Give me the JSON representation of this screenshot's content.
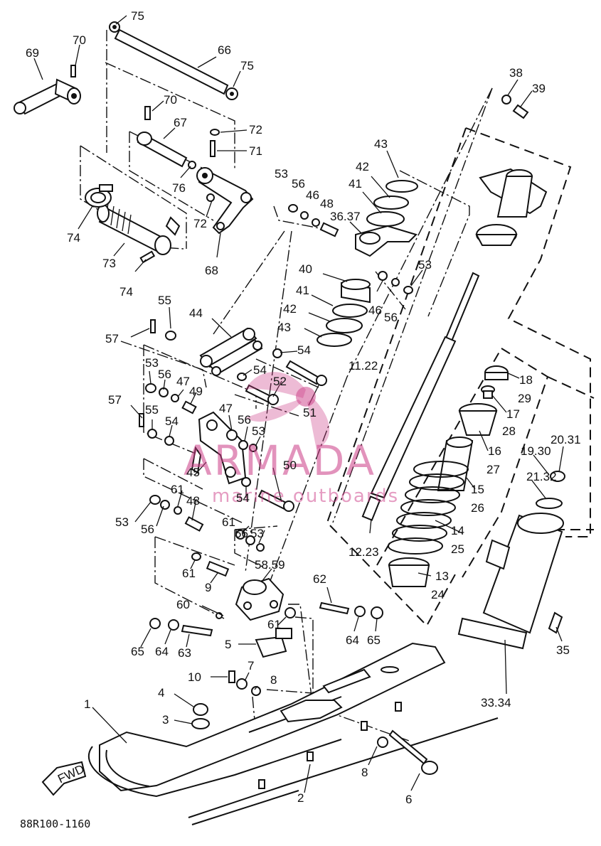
{
  "diagram": {
    "code": "88R100-1160",
    "watermark_brand": "ARMADA",
    "watermark_sub": "marine outboards",
    "fwd_label": "FWD",
    "part_labels": [
      {
        "text": "75"
      },
      {
        "text": "70"
      },
      {
        "text": "69"
      },
      {
        "text": "66"
      },
      {
        "text": "75"
      },
      {
        "text": "70"
      },
      {
        "text": "67"
      },
      {
        "text": "72"
      },
      {
        "text": "71"
      },
      {
        "text": "76"
      },
      {
        "text": "74"
      },
      {
        "text": "72"
      },
      {
        "text": "73"
      },
      {
        "text": "68"
      },
      {
        "text": "74"
      },
      {
        "text": "38"
      },
      {
        "text": "39"
      },
      {
        "text": "43"
      },
      {
        "text": "42"
      },
      {
        "text": "41"
      },
      {
        "text": "53"
      },
      {
        "text": "56"
      },
      {
        "text": "46"
      },
      {
        "text": "48"
      },
      {
        "text": "36.37"
      },
      {
        "text": "53"
      },
      {
        "text": "40"
      },
      {
        "text": "41"
      },
      {
        "text": "42"
      },
      {
        "text": "43"
      },
      {
        "text": "46"
      },
      {
        "text": "56"
      },
      {
        "text": "55"
      },
      {
        "text": "44"
      },
      {
        "text": "57"
      },
      {
        "text": "54"
      },
      {
        "text": "11.22"
      },
      {
        "text": "54"
      },
      {
        "text": "52"
      },
      {
        "text": "53"
      },
      {
        "text": "56"
      },
      {
        "text": "47"
      },
      {
        "text": "49"
      },
      {
        "text": "51"
      },
      {
        "text": "57"
      },
      {
        "text": "55"
      },
      {
        "text": "54"
      },
      {
        "text": "47"
      },
      {
        "text": "56"
      },
      {
        "text": "53"
      },
      {
        "text": "18"
      },
      {
        "text": "29"
      },
      {
        "text": "17"
      },
      {
        "text": "28"
      },
      {
        "text": "19.30"
      },
      {
        "text": "20.31"
      },
      {
        "text": "16"
      },
      {
        "text": "27"
      },
      {
        "text": "45"
      },
      {
        "text": "50"
      },
      {
        "text": "21.32"
      },
      {
        "text": "15"
      },
      {
        "text": "26"
      },
      {
        "text": "61"
      },
      {
        "text": "54"
      },
      {
        "text": "53"
      },
      {
        "text": "56"
      },
      {
        "text": "48"
      },
      {
        "text": "61"
      },
      {
        "text": "56"
      },
      {
        "text": "53"
      },
      {
        "text": "14"
      },
      {
        "text": "25"
      },
      {
        "text": "12.23"
      },
      {
        "text": "61"
      },
      {
        "text": "9"
      },
      {
        "text": "58.59"
      },
      {
        "text": "13"
      },
      {
        "text": "24"
      },
      {
        "text": "62"
      },
      {
        "text": "60"
      },
      {
        "text": "61"
      },
      {
        "text": "64"
      },
      {
        "text": "65"
      },
      {
        "text": "65"
      },
      {
        "text": "64"
      },
      {
        "text": "63"
      },
      {
        "text": "5"
      },
      {
        "text": "35"
      },
      {
        "text": "7"
      },
      {
        "text": "10"
      },
      {
        "text": "8"
      },
      {
        "text": "4"
      },
      {
        "text": "1"
      },
      {
        "text": "33.34"
      },
      {
        "text": "3"
      },
      {
        "text": "8"
      },
      {
        "text": "2"
      },
      {
        "text": "6"
      }
    ]
  }
}
